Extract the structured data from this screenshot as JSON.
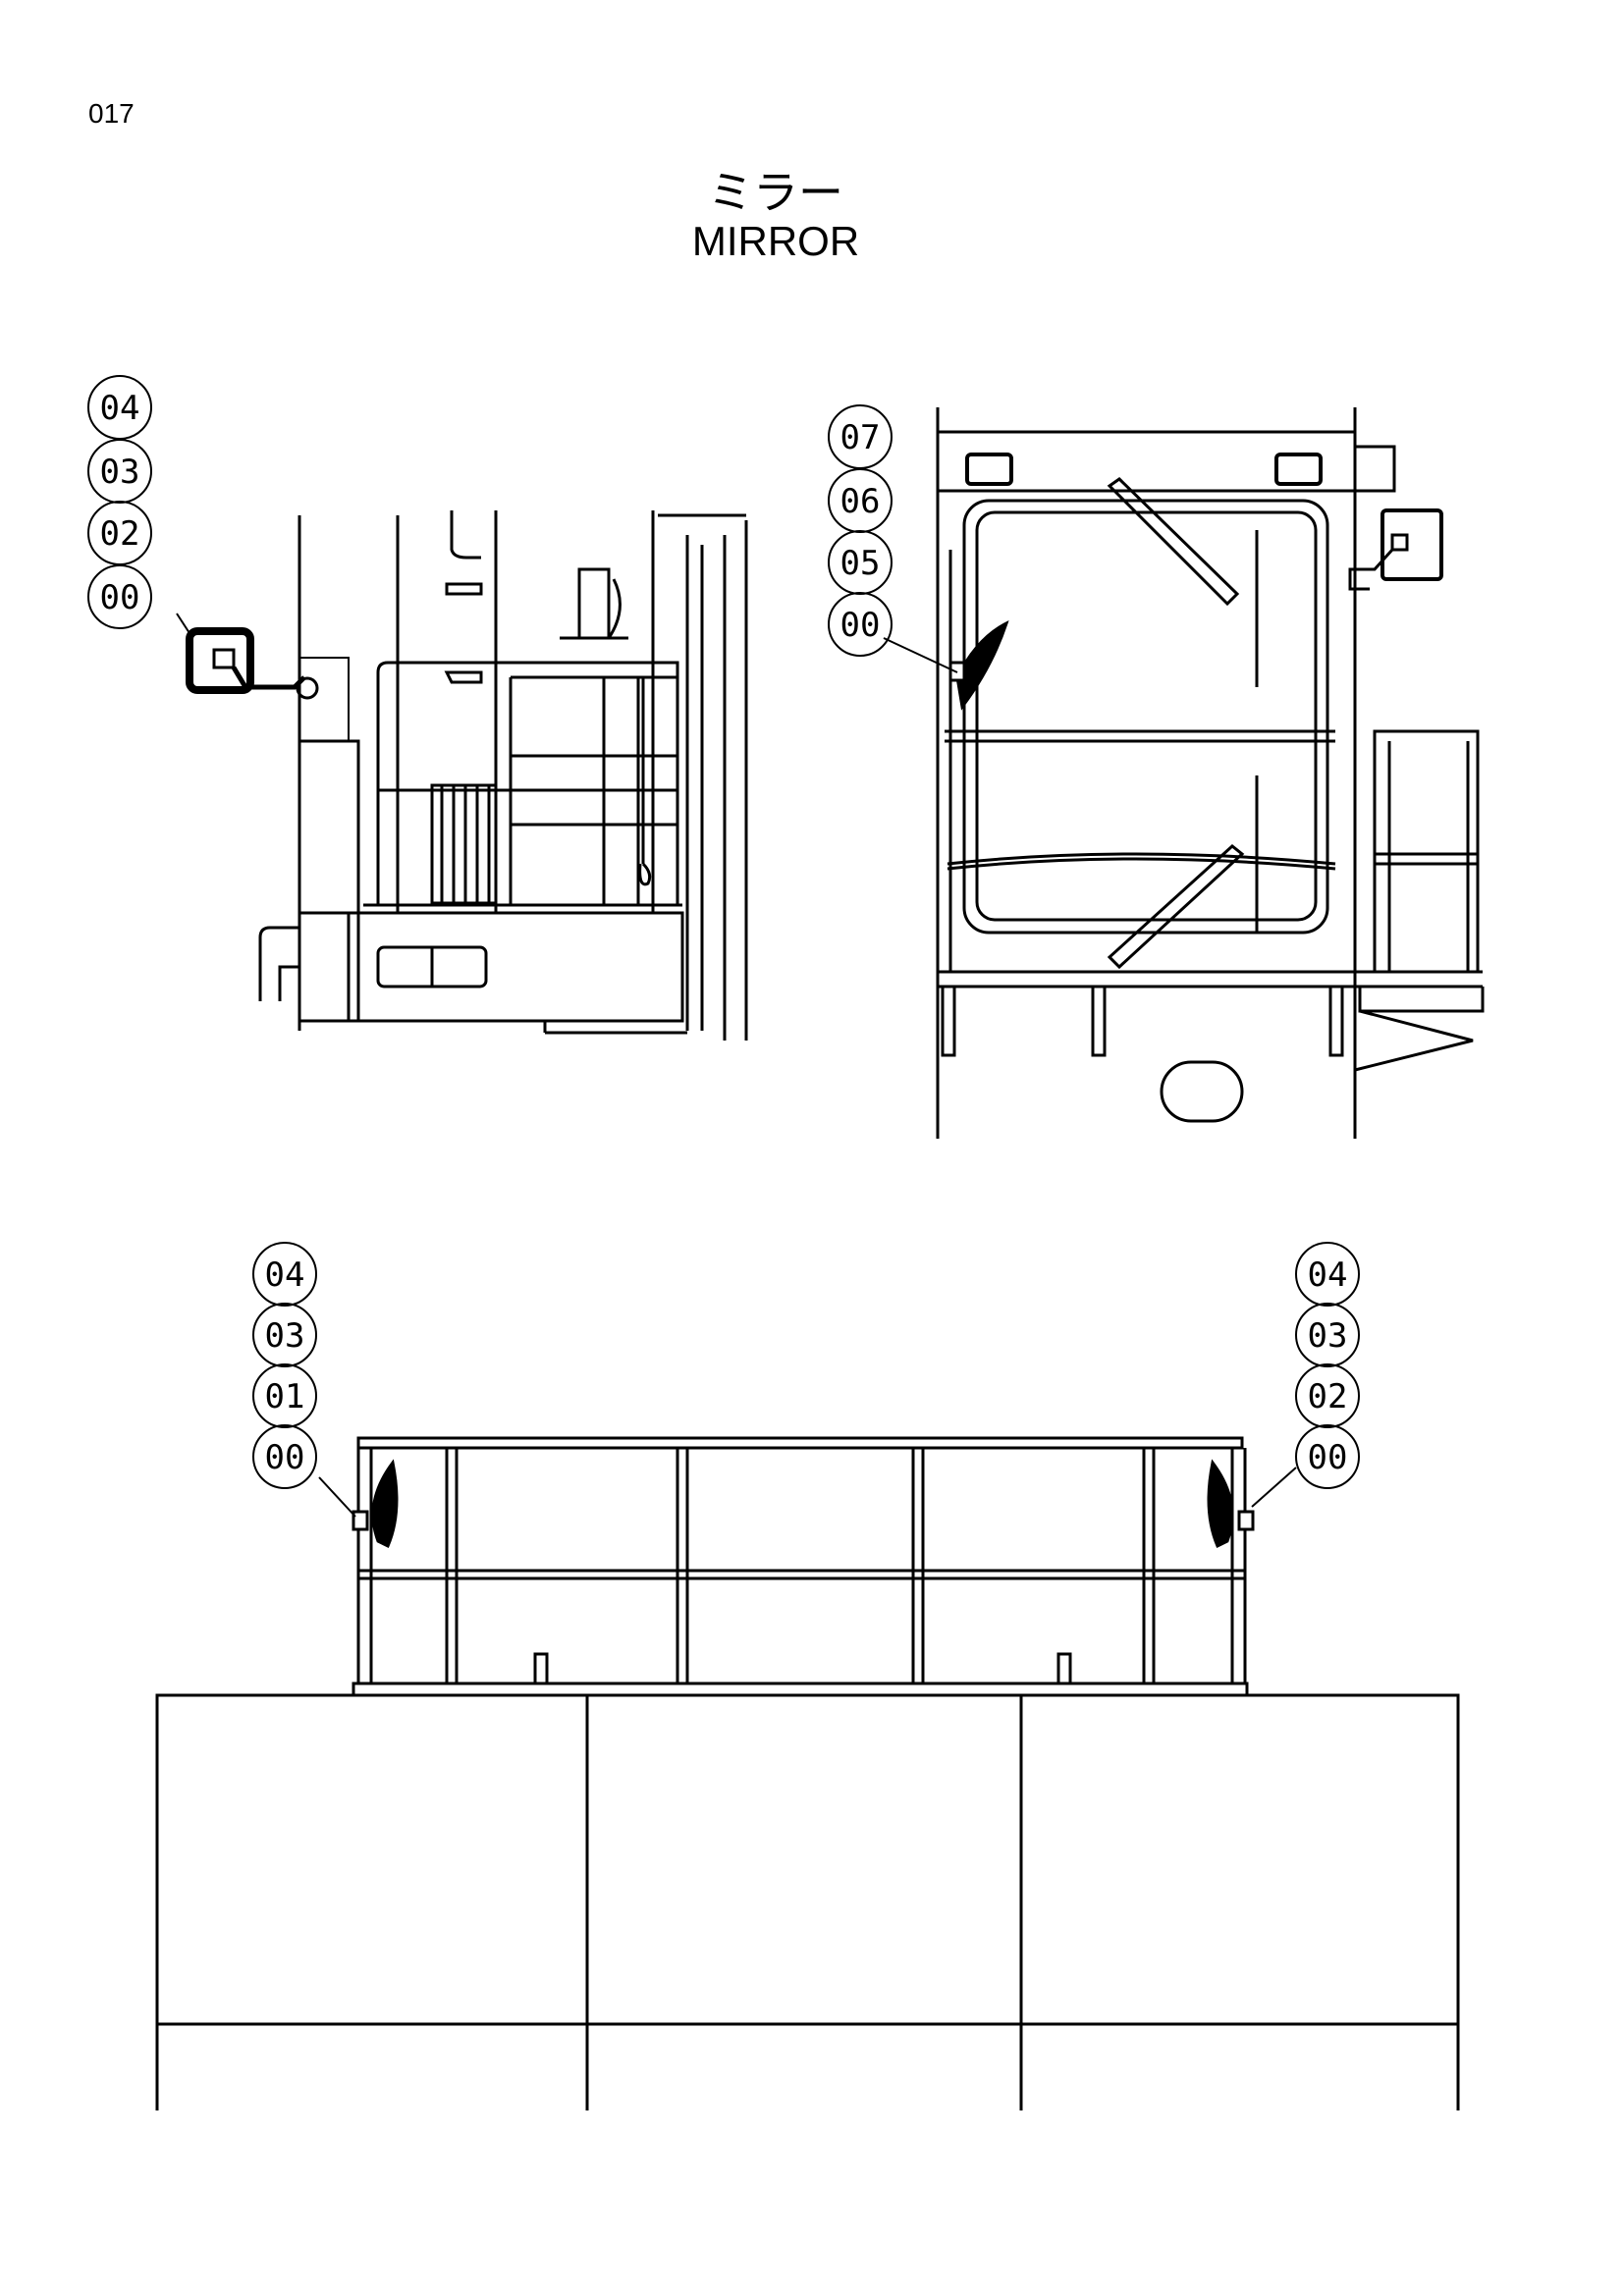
{
  "page_number": "017",
  "title": {
    "japanese": "ミラー",
    "english": "MIRROR"
  },
  "views": {
    "side_view": {
      "callouts": [
        "04",
        "03",
        "02",
        "00"
      ]
    },
    "front_view": {
      "callouts": [
        "07",
        "06",
        "05",
        "00"
      ]
    },
    "top_view_left": {
      "callouts": [
        "04",
        "03",
        "01",
        "00"
      ]
    },
    "top_view_right": {
      "callouts": [
        "04",
        "03",
        "02",
        "00"
      ]
    }
  }
}
